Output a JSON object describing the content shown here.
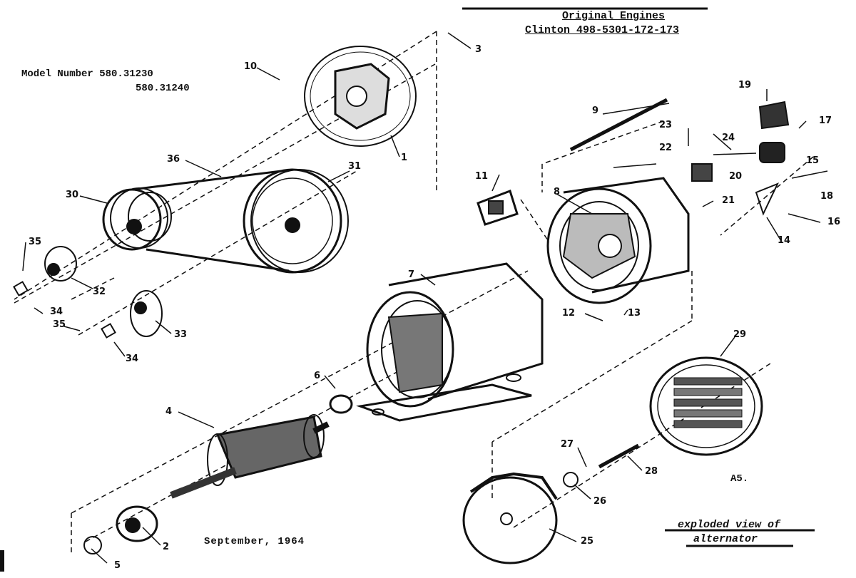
{
  "header": {
    "title_line1": "Original Engines",
    "title_line2": "Clinton 498-5301-172-173"
  },
  "model": {
    "label_line1": "Model Number 580.31230",
    "label_line2": "580.31240"
  },
  "date": "September, 1964",
  "page_code": "A5.",
  "caption": {
    "line1": "exploded view of",
    "line2": "alternator"
  },
  "callouts": [
    "1",
    "2",
    "3",
    "4",
    "5",
    "6",
    "7",
    "8",
    "9",
    "10",
    "11",
    "12",
    "13",
    "14",
    "15",
    "16",
    "17",
    "19",
    "20",
    "21",
    "22",
    "23",
    "24",
    "25",
    "26",
    "27",
    "28",
    "29",
    "30",
    "31",
    "32",
    "33",
    "34",
    "35",
    "36"
  ],
  "labels": {
    "c10": "10",
    "c3": "3",
    "c1": "1",
    "c9": "9",
    "c19": "19",
    "c17": "17",
    "c23": "23",
    "c24": "24",
    "c22": "22",
    "c15": "15",
    "c18": "18",
    "c20": "20",
    "c11": "11",
    "c8": "8",
    "c21": "21",
    "c16": "16",
    "c14": "14",
    "c36": "36",
    "c31": "31",
    "c30": "30",
    "c35a": "35",
    "c32": "32",
    "c34a": "34",
    "c35b": "35",
    "c33": "33",
    "c34b": "34",
    "c7": "7",
    "c12": "12",
    "c13": "13",
    "c6": "6",
    "c29": "29",
    "c4": "4",
    "c27": "27",
    "c28": "28",
    "c26": "26",
    "c2": "2",
    "c5": "5",
    "c25": "25"
  }
}
